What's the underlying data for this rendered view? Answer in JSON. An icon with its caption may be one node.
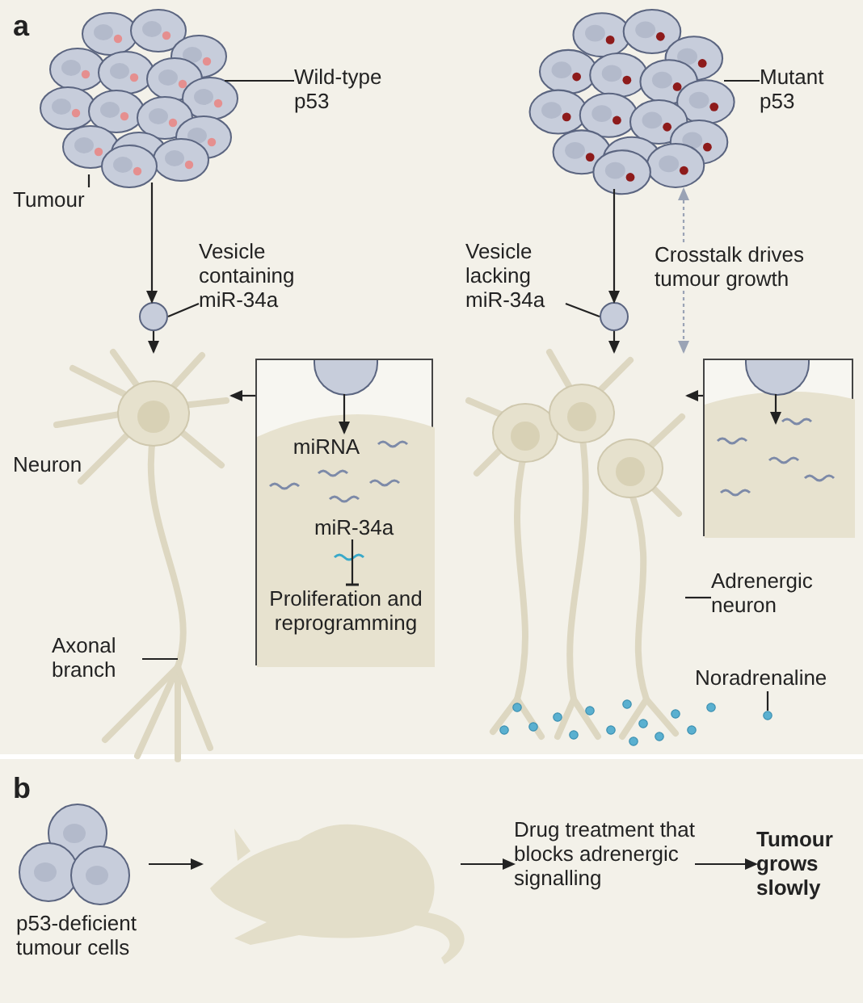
{
  "diagram": {
    "nodes": [
      {
        "text": [],
        "shape": "picture"
      },
      {
        "text": [
          "Wild-type p53"
        ]
      },
      {
        "text": [
          "Tumour"
        ]
      },
      {
        "text": [],
        "shape": "circle"
      },
      {
        "text": [
          "Vesicle containing miR-34a"
        ]
      },
      {
        "text": [],
        "shape": "picture",
        "beside": [
          "Neuron"
        ]
      },
      {
        "text": [
          "Axonal branch"
        ]
      },
      {
        "text": [],
        "shape": "box"
      },
      {
        "text": [],
        "shape": "circle",
        "in": 7
      },
      {
        "text": [
          "miRNA"
        ],
        "in": 7
      },
      {
        "text": [
          "miR-34a"
        ],
        "in": 7
      },
      {
        "text": [
          "Proliferation and reprogramming"
        ],
        "in": 7
      },
      {
        "text": [],
        "shape": "picture"
      },
      {
        "text": [
          "Mutant p53"
        ]
      },
      {
        "text": [],
        "shape": "circle"
      },
      {
        "text": [
          "Vesicle lacking miR-34a"
        ]
      },
      {
        "text": [],
        "shape": "picture"
      },
      {
        "text": [],
        "shape": "box"
      },
      {
        "text": [],
        "shape": "circle",
        "in": 17
      },
      {
        "text": [
          "Adrenergic neuron"
        ]
      },
      {
        "text": [
          "Noradrenaline"
        ]
      },
      {
        "text": [
          "p53-deficient tumour cells"
        ]
      },
      {
        "text": [],
        "shape": "picture"
      },
      {
        "text": [
          "Drug treatment that blocks adrenergic signalling"
        ]
      },
      {
        "text": [
          "Tumour grows slowly"
        ]
      }
    ],
    "edges": [
      {
        "from": 0,
        "to": 3,
        "arrow": "to"
      },
      {
        "from": 3,
        "to": 5,
        "arrow": "to"
      },
      {
        "from": 1,
        "to": 0,
        "arrow": "none"
      },
      {
        "from": 2,
        "to": 0,
        "arrow": "none"
      },
      {
        "from": 4,
        "to": 3,
        "arrow": "none"
      },
      {
        "from": 6,
        "to": 5,
        "arrow": "none"
      },
      {
        "from": 7,
        "to": 5,
        "arrow": "to"
      },
      {
        "from": 8,
        "to": 9,
        "arrow": "to"
      },
      {
        "from": 10,
        "to": 11,
        "arrow": "other"
      },
      {
        "from": 12,
        "to": 14,
        "arrow": "to"
      },
      {
        "from": 14,
        "to": 16,
        "arrow": "to"
      },
      {
        "from": 13,
        "to": 12,
        "arrow": "none"
      },
      {
        "from": 15,
        "to": 14,
        "arrow": "none"
      },
      {
        "from": 16,
        "to": 12,
        "arrow": "both",
        "style": "dashed",
        "color": "#9aa3b5",
        "label": "Crosstalk drives tumour growth"
      },
      {
        "from": 17,
        "to": 16,
        "arrow": "to"
      },
      {
        "from": 18,
        "to": null,
        "arrow": "to"
      },
      {
        "from": 19,
        "to": 16,
        "arrow": "none"
      },
      {
        "from": 20,
        "to": null,
        "arrow": "none"
      },
      {
        "from": 21,
        "to": 22,
        "arrow": "to"
      },
      {
        "from": 22,
        "to": 23,
        "arrow": "to"
      },
      {
        "from": 23,
        "to": 24,
        "arrow": "to"
      }
    ],
    "labels": [
      "a",
      "b"
    ]
  }
}
